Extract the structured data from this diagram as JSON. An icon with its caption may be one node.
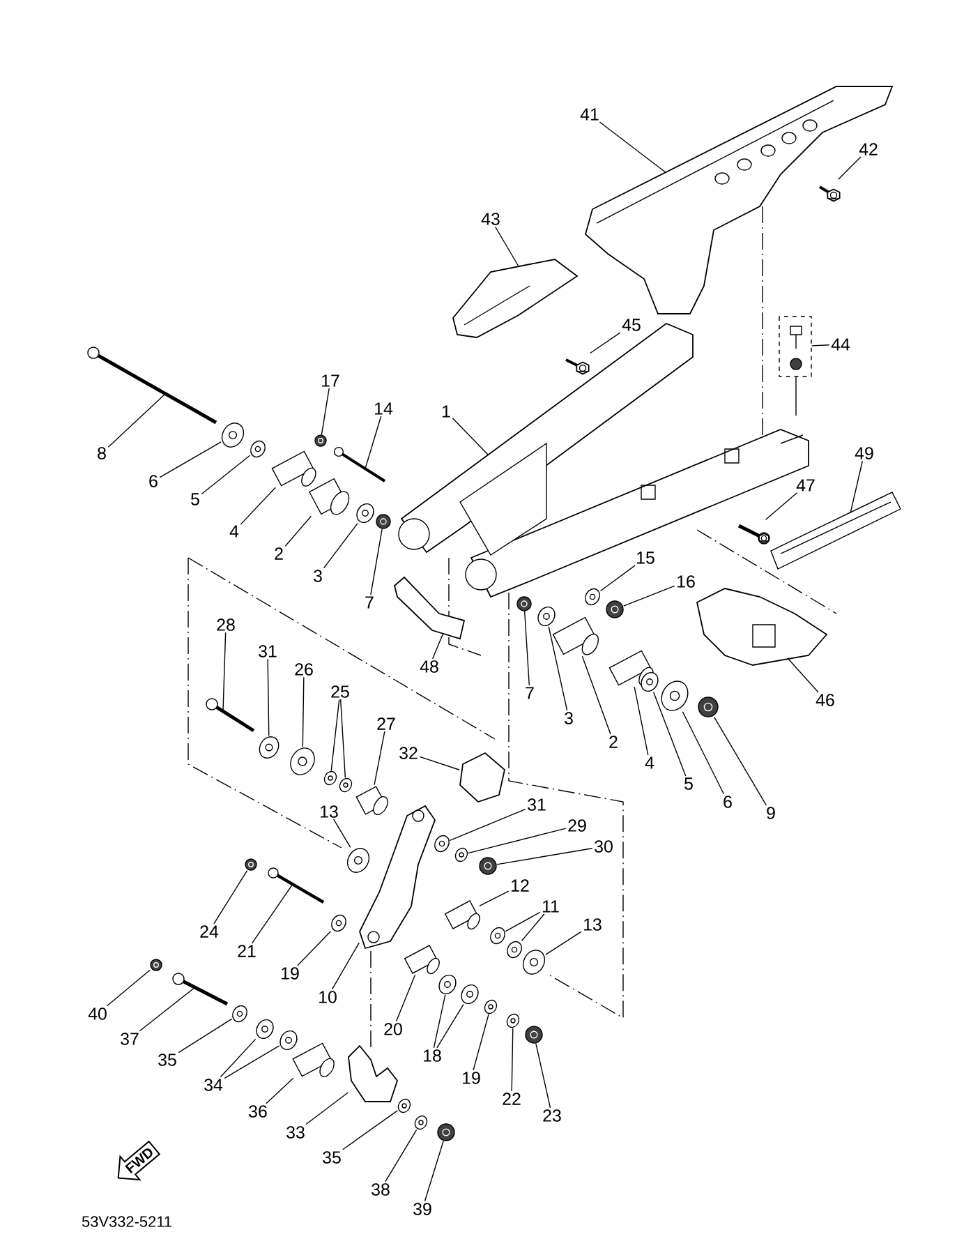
{
  "diagram": {
    "nodes": [
      {
        "text": [
          "41"
        ]
      },
      {
        "text": [
          "42"
        ]
      },
      {
        "text": [
          "43"
        ]
      },
      {
        "text": [
          "45"
        ]
      },
      {
        "text": [
          "44"
        ]
      },
      {
        "text": [
          "17"
        ]
      },
      {
        "text": [
          "14"
        ]
      },
      {
        "text": [
          "1"
        ]
      },
      {
        "text": [
          "8"
        ]
      },
      {
        "text": [
          "49"
        ]
      },
      {
        "text": [
          "6"
        ]
      },
      {
        "text": [
          "47"
        ]
      },
      {
        "text": [
          "5"
        ]
      },
      {
        "text": [
          "4"
        ]
      },
      {
        "text": [
          "2"
        ]
      },
      {
        "text": [
          "15"
        ]
      },
      {
        "text": [
          "3"
        ]
      },
      {
        "text": [
          "16"
        ]
      },
      {
        "text": [
          "7"
        ]
      },
      {
        "text": [
          "28"
        ]
      },
      {
        "text": [
          "31"
        ]
      },
      {
        "text": [
          "48"
        ]
      },
      {
        "text": [
          "26"
        ]
      },
      {
        "text": [
          "25"
        ]
      },
      {
        "text": [
          "7"
        ]
      },
      {
        "text": [
          "46"
        ]
      },
      {
        "text": [
          "3"
        ]
      },
      {
        "text": [
          "27"
        ]
      },
      {
        "text": [
          "2"
        ]
      },
      {
        "text": [
          "32"
        ]
      },
      {
        "text": [
          "4"
        ]
      },
      {
        "text": [
          "5"
        ]
      },
      {
        "text": [
          "6"
        ]
      },
      {
        "text": [
          "31"
        ]
      },
      {
        "text": [
          "9"
        ]
      },
      {
        "text": [
          "13"
        ]
      },
      {
        "text": [
          "29"
        ]
      },
      {
        "text": [
          "30"
        ]
      },
      {
        "text": [
          "12"
        ]
      },
      {
        "text": [
          "11"
        ]
      },
      {
        "text": [
          "13"
        ]
      },
      {
        "text": [
          "24"
        ]
      },
      {
        "text": [
          "21"
        ]
      },
      {
        "text": [
          "19"
        ]
      },
      {
        "text": [
          "10"
        ]
      },
      {
        "text": [
          "40"
        ]
      },
      {
        "text": [
          "20"
        ]
      },
      {
        "text": [
          "37"
        ]
      },
      {
        "text": [
          "18"
        ]
      },
      {
        "text": [
          "35"
        ]
      },
      {
        "text": [
          "19"
        ]
      },
      {
        "text": [
          "34"
        ]
      },
      {
        "text": [
          "22"
        ]
      },
      {
        "text": [
          "36"
        ]
      },
      {
        "text": [
          "23"
        ]
      },
      {
        "text": [
          "33"
        ]
      },
      {
        "text": [
          "35"
        ]
      },
      {
        "text": [
          "38"
        ]
      },
      {
        "text": [
          "39"
        ]
      },
      {
        "text": [
          "FWD"
        ]
      },
      {
        "text": [],
        "shape": "picture"
      },
      {
        "text": [],
        "shape": "picture"
      },
      {
        "text": [],
        "shape": "picture"
      },
      {
        "text": [],
        "shape": "picture"
      },
      {
        "text": [],
        "shape": "picture"
      },
      {
        "text": [],
        "shape": "picture"
      },
      {
        "text": [],
        "shape": "picture"
      },
      {
        "text": [],
        "shape": "picture"
      },
      {
        "text": [],
        "shape": "picture"
      },
      {
        "text": [],
        "shape": "picture"
      },
      {
        "text": [],
        "shape": "picture"
      },
      {
        "text": [],
        "shape": "picture"
      },
      {
        "text": [],
        "shape": "picture"
      },
      {
        "text": [],
        "shape": "picture"
      },
      {
        "text": [],
        "shape": "picture"
      },
      {
        "text": [],
        "shape": "picture"
      },
      {
        "text": [],
        "shape": "picture"
      },
      {
        "text": [],
        "shape": "picture"
      },
      {
        "text": [],
        "shape": "picture"
      },
      {
        "text": [],
        "shape": "picture"
      },
      {
        "text": [],
        "shape": "picture"
      },
      {
        "text": [],
        "shape": "picture"
      },
      {
        "text": [],
        "shape": "picture"
      },
      {
        "text": [],
        "shape": "picture"
      },
      {
        "text": [],
        "shape": "picture"
      },
      {
        "text": [],
        "shape": "picture"
      },
      {
        "text": [],
        "shape": "picture"
      },
      {
        "text": [],
        "shape": "picture"
      },
      {
        "text": [],
        "shape": "picture"
      },
      {
        "text": [],
        "shape": "picture"
      },
      {
        "text": [],
        "shape": "picture"
      },
      {
        "text": [],
        "shape": "picture"
      },
      {
        "text": [],
        "shape": "picture"
      },
      {
        "text": [],
        "shape": "picture"
      },
      {
        "text": [],
        "shape": "picture"
      },
      {
        "text": [],
        "shape": "picture"
      },
      {
        "text": [],
        "shape": "picture"
      },
      {
        "text": [],
        "shape": "picture"
      },
      {
        "text": [],
        "shape": "picture"
      },
      {
        "text": [],
        "shape": "picture"
      },
      {
        "text": [],
        "shape": "picture"
      },
      {
        "text": [],
        "shape": "picture"
      },
      {
        "text": [],
        "shape": "picture"
      },
      {
        "text": [],
        "shape": "picture"
      },
      {
        "text": [],
        "shape": "picture"
      },
      {
        "text": [],
        "shape": "picture"
      },
      {
        "text": [],
        "shape": "picture"
      },
      {
        "text": [],
        "shape": "picture"
      },
      {
        "text": [],
        "shape": "picture"
      },
      {
        "text": [],
        "shape": "picture"
      },
      {
        "text": [],
        "shape": "picture"
      },
      {
        "text": [],
        "shape": "picture"
      },
      {
        "text": [],
        "shape": "picture"
      },
      {
        "text": [],
        "shape": "picture"
      },
      {
        "text": [],
        "shape": "picture"
      },
      {
        "text": [],
        "shape": "picture"
      },
      {
        "text": [],
        "shape": "picture"
      },
      {
        "text": [],
        "shape": "picture"
      },
      {
        "text": [],
        "shape": "picture"
      },
      {
        "text": [],
        "shape": "picture"
      },
      {
        "text": [],
        "shape": "picture"
      },
      {
        "text": [],
        "shape": "picture"
      },
      {
        "text": [],
        "shape": "picture"
      }
    ],
    "edges": [
      {
        "from": 0,
        "to": 60,
        "arrow": "none"
      },
      {
        "from": 1,
        "to": 61,
        "arrow": "none"
      },
      {
        "from": 2,
        "to": 62,
        "arrow": "none"
      },
      {
        "from": 3,
        "to": 63,
        "arrow": "none"
      },
      {
        "from": 4,
        "to": 64,
        "arrow": "none"
      },
      {
        "from": 5,
        "to": 65,
        "arrow": "none"
      },
      {
        "from": 6,
        "to": 66,
        "arrow": "none"
      },
      {
        "from": 7,
        "to": 67,
        "arrow": "none"
      },
      {
        "from": 8,
        "to": 68,
        "arrow": "none"
      },
      {
        "from": 9,
        "to": 69,
        "arrow": "none"
      },
      {
        "from": 10,
        "to": 70,
        "arrow": "none"
      },
      {
        "from": 11,
        "to": 71,
        "arrow": "none"
      },
      {
        "from": 12,
        "to": 72,
        "arrow": "none"
      },
      {
        "from": 13,
        "to": 73,
        "arrow": "none"
      },
      {
        "from": 14,
        "to": 74,
        "arrow": "none"
      },
      {
        "from": 15,
        "to": 75,
        "arrow": "none"
      },
      {
        "from": 16,
        "to": 76,
        "arrow": "none"
      },
      {
        "from": 17,
        "to": 77,
        "arrow": "none"
      },
      {
        "from": 18,
        "to": 78,
        "arrow": "none"
      },
      {
        "from": 19,
        "to": 79,
        "arrow": "none"
      },
      {
        "from": 20,
        "to": 80,
        "arrow": "none"
      },
      {
        "from": 21,
        "to": 81,
        "arrow": "none"
      },
      {
        "from": 22,
        "to": 82,
        "arrow": "none"
      },
      {
        "from": 23,
        "to": 83,
        "arrow": "none"
      },
      {
        "from": 23,
        "to": 84,
        "arrow": "none"
      },
      {
        "from": 24,
        "to": 85,
        "arrow": "none"
      },
      {
        "from": 25,
        "to": 86,
        "arrow": "none"
      },
      {
        "from": 26,
        "to": 87,
        "arrow": "none"
      },
      {
        "from": 27,
        "to": 88,
        "arrow": "none"
      },
      {
        "from": 28,
        "to": 89,
        "arrow": "none"
      },
      {
        "from": 29,
        "to": 90,
        "arrow": "none"
      },
      {
        "from": 30,
        "to": 91,
        "arrow": "none"
      },
      {
        "from": 31,
        "to": 92,
        "arrow": "none"
      },
      {
        "from": 32,
        "to": 93,
        "arrow": "none"
      },
      {
        "from": 33,
        "to": 94,
        "arrow": "none"
      },
      {
        "from": 34,
        "to": 95,
        "arrow": "none"
      },
      {
        "from": 35,
        "to": 96,
        "arrow": "none"
      },
      {
        "from": 36,
        "to": 97,
        "arrow": "none"
      },
      {
        "from": 37,
        "to": 98,
        "arrow": "none"
      },
      {
        "from": 38,
        "to": 99,
        "arrow": "none"
      },
      {
        "from": 39,
        "to": 100,
        "arrow": "none"
      },
      {
        "from": 39,
        "to": 101,
        "arrow": "none"
      },
      {
        "from": 40,
        "to": 102,
        "arrow": "none"
      },
      {
        "from": 41,
        "to": 103,
        "arrow": "none"
      },
      {
        "from": 42,
        "to": 104,
        "arrow": "none"
      },
      {
        "from": 43,
        "to": 105,
        "arrow": "none"
      },
      {
        "from": 44,
        "to": 106,
        "arrow": "none"
      },
      {
        "from": 45,
        "to": 107,
        "arrow": "none"
      },
      {
        "from": 46,
        "to": 108,
        "arrow": "none"
      },
      {
        "from": 47,
        "to": 109,
        "arrow": "none"
      },
      {
        "from": 48,
        "to": 110,
        "arrow": "none"
      },
      {
        "from": 48,
        "to": 111,
        "arrow": "none"
      },
      {
        "from": 49,
        "to": 112,
        "arrow": "none"
      },
      {
        "from": 50,
        "to": 113,
        "arrow": "none"
      },
      {
        "from": 51,
        "to": 114,
        "arrow": "none"
      },
      {
        "from": 51,
        "to": 115,
        "arrow": "none"
      },
      {
        "from": 52,
        "to": 116,
        "arrow": "none"
      },
      {
        "from": 53,
        "to": 117,
        "arrow": "none"
      },
      {
        "from": 54,
        "to": 118,
        "arrow": "none"
      },
      {
        "from": 55,
        "to": 119,
        "arrow": "none"
      },
      {
        "from": 56,
        "to": 120,
        "arrow": "none"
      },
      {
        "from": 57,
        "to": 121,
        "arrow": "none"
      },
      {
        "from": 58,
        "to": 122,
        "arrow": "none"
      }
    ],
    "labels": [
      "53V332-5211"
    ]
  }
}
